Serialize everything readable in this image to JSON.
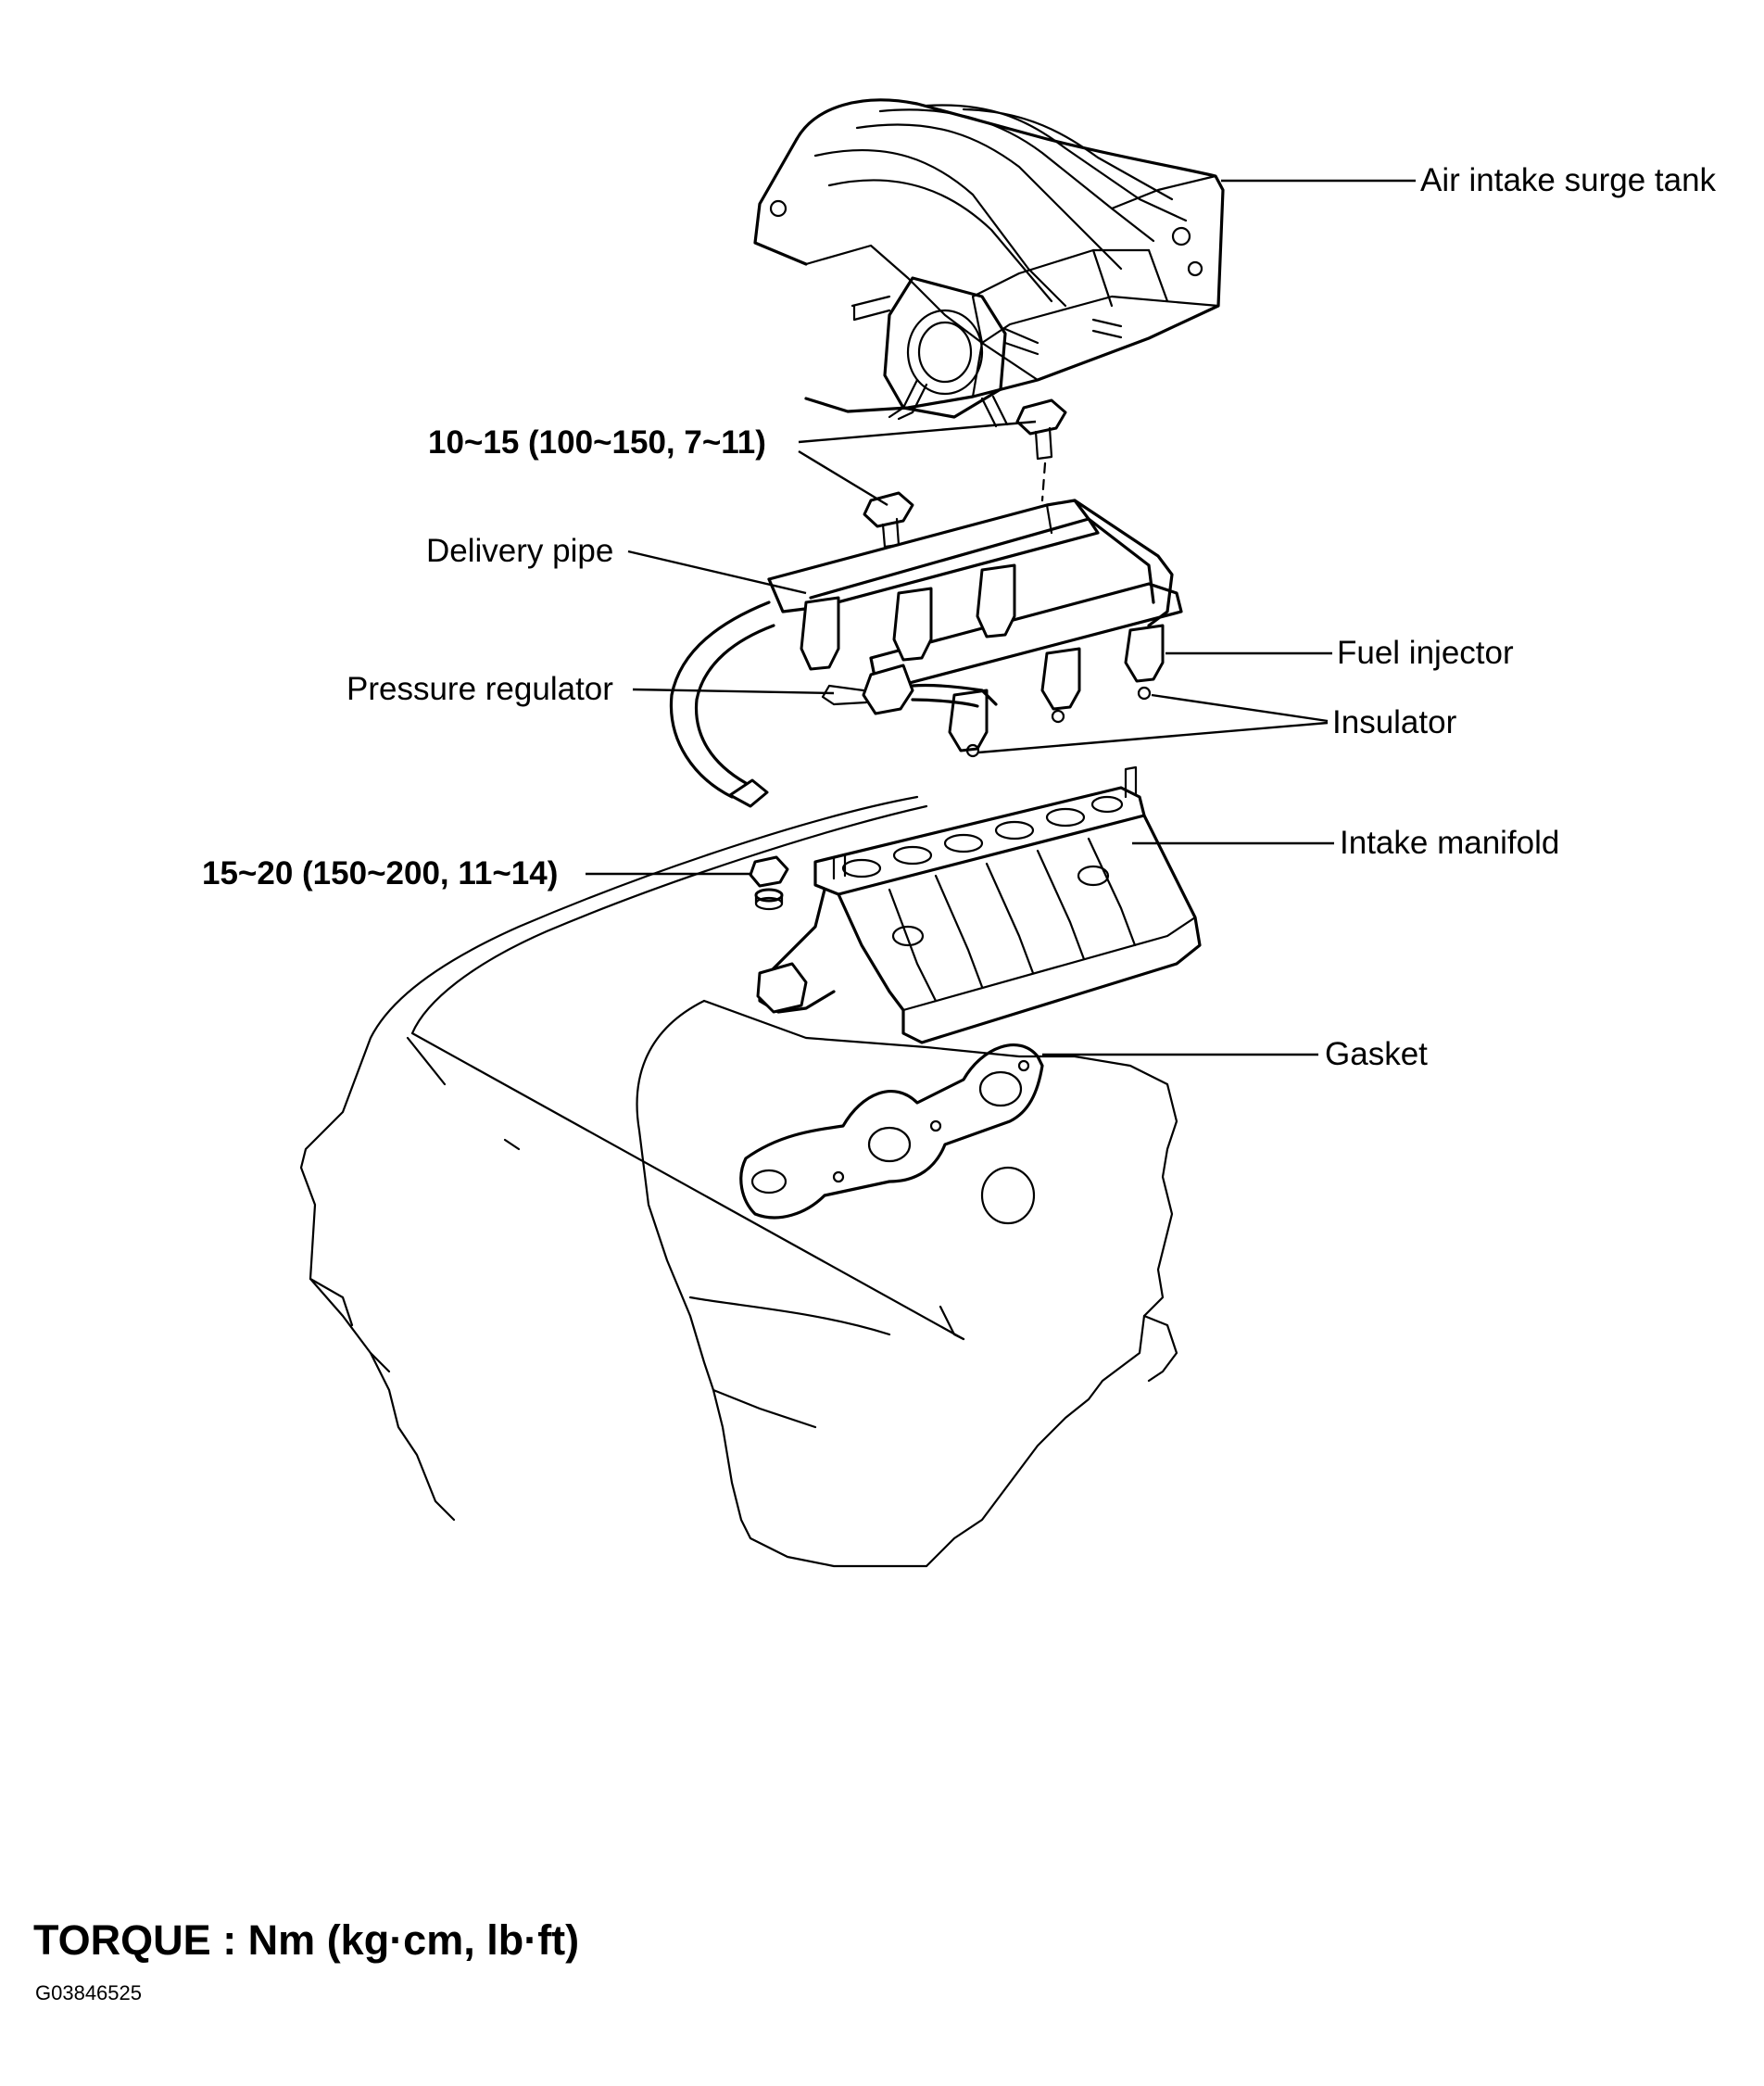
{
  "labels": {
    "air_intake_surge_tank": "Air intake surge tank",
    "torque_upper": "10~15 (100~150, 7~11)",
    "delivery_pipe": "Delivery pipe",
    "fuel_injector": "Fuel injector",
    "pressure_regulator": "Pressure regulator",
    "insulator": "Insulator",
    "intake_manifold": "Intake manifold",
    "torque_lower": "15~20 (150~200, 11~14)",
    "gasket": "Gasket"
  },
  "footer": {
    "torque_units": "TORQUE : Nm (kg·cm, lb·ft)",
    "figure_code": "G03846525"
  }
}
